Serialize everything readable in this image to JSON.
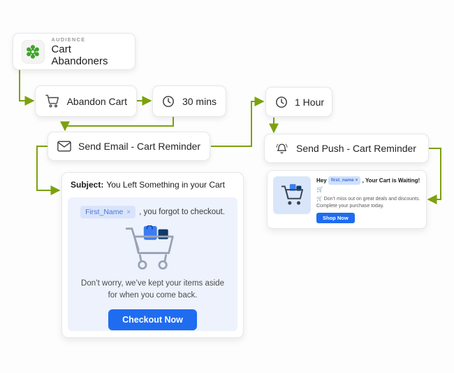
{
  "colors": {
    "connector_green": "#7ca10e",
    "accent_blue": "#1f6cf0",
    "audience_green": "#3fa32a",
    "chip_bg": "#d9e4fb",
    "email_body_bg": "#edf2fd"
  },
  "nodes": {
    "audience": {
      "kicker": "AUDIENCE",
      "label": "Cart Abandoners"
    },
    "abandon_cart": {
      "label": "Abandon Cart"
    },
    "wait_30_mins": {
      "label": "30 mins"
    },
    "wait_1_hour": {
      "label": "1 Hour"
    },
    "send_email": {
      "label": "Send Email - Cart Reminder"
    },
    "send_push": {
      "label": "Send Push - Cart Reminder"
    }
  },
  "email_preview": {
    "subject_label": "Subject:",
    "subject_text": "You Left Something in your Cart",
    "chip_label": "First_Name",
    "chip_close": "×",
    "greeting_suffix": ", you forgot to checkout.",
    "body_text": "Don’t worry, we’ve kept your items aside for when you come back.",
    "cta_label": "Checkout Now"
  },
  "push_preview": {
    "title_prefix": "Hey",
    "chip_label": "first_name",
    "chip_close": "×",
    "title_suffix": ", Your Cart is Waiting! 🛒",
    "body_text": "🛒 Don’t miss out on great deals and discounts. Complete your purchase today.",
    "cta_label": "Shop Now"
  }
}
